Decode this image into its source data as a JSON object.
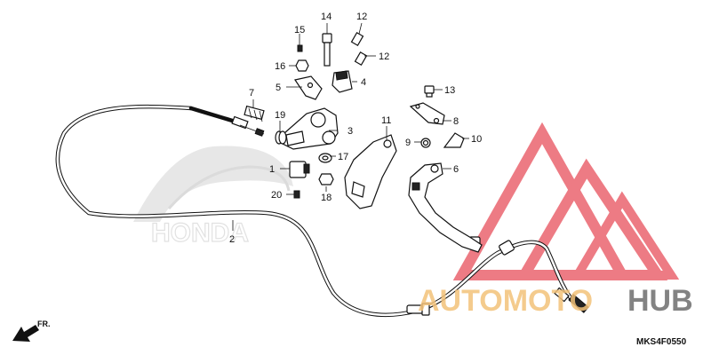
{
  "diagram_code": "MKS4F0550",
  "front_indicator": "FR.",
  "watermark": {
    "part1": "AUTOMOTO",
    "part2": "HUB",
    "color_primary": "#e8505b",
    "color_accent": "#f3c27a",
    "color_dark": "#6e6e6e"
  },
  "background_logo": "honda-wing-logo",
  "callouts": [
    {
      "id": "c1",
      "label": "1"
    },
    {
      "id": "c2",
      "label": "2"
    },
    {
      "id": "c3",
      "label": "3"
    },
    {
      "id": "c4",
      "label": "4"
    },
    {
      "id": "c5",
      "label": "5"
    },
    {
      "id": "c6",
      "label": "6"
    },
    {
      "id": "c7",
      "label": "7"
    },
    {
      "id": "c8",
      "label": "8"
    },
    {
      "id": "c9",
      "label": "9"
    },
    {
      "id": "c10",
      "label": "10"
    },
    {
      "id": "c11",
      "label": "11"
    },
    {
      "id": "c12a",
      "label": "12"
    },
    {
      "id": "c12b",
      "label": "12"
    },
    {
      "id": "c13",
      "label": "13"
    },
    {
      "id": "c14",
      "label": "14"
    },
    {
      "id": "c15",
      "label": "15"
    },
    {
      "id": "c16",
      "label": "16"
    },
    {
      "id": "c17",
      "label": "17"
    },
    {
      "id": "c18",
      "label": "18"
    },
    {
      "id": "c19",
      "label": "19"
    },
    {
      "id": "c20",
      "label": "20"
    }
  ]
}
